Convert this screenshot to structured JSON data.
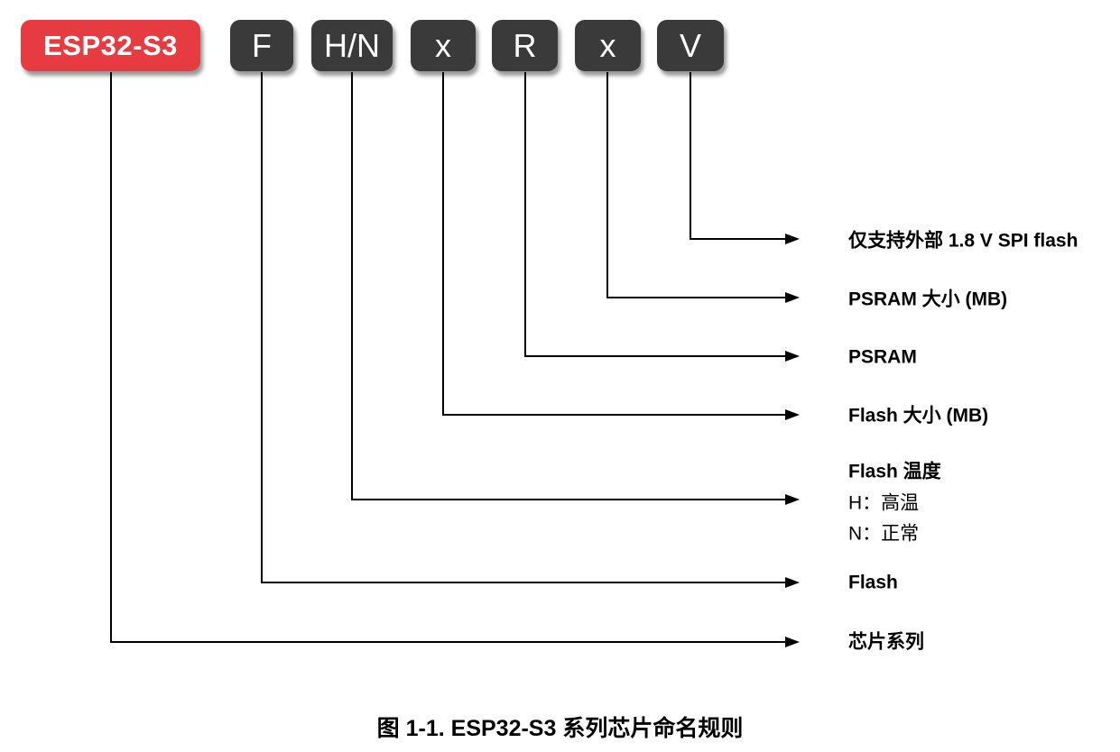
{
  "diagram": {
    "title_caption": "图 1-1. ESP32-S3 系列芯片命名规则",
    "boxes": [
      {
        "id": "series",
        "label": "ESP32-S3",
        "color": "#e63c41"
      },
      {
        "id": "flash-flag",
        "label": "F",
        "color": "#3a3a3a"
      },
      {
        "id": "flash-temp",
        "label": "H/N",
        "color": "#3a3a3a"
      },
      {
        "id": "flash-size",
        "label": "x",
        "color": "#3a3a3a"
      },
      {
        "id": "psram-flag",
        "label": "R",
        "color": "#3a3a3a"
      },
      {
        "id": "psram-size",
        "label": "x",
        "color": "#3a3a3a"
      },
      {
        "id": "voltage-flag",
        "label": "V",
        "color": "#3a3a3a"
      }
    ],
    "labels": {
      "spi_flash": "仅支持外部 1.8 V SPI flash",
      "psram_size": "PSRAM 大小 (MB)",
      "psram": "PSRAM",
      "flash_size": "Flash 大小 (MB)",
      "flash_temp_title": "Flash 温度",
      "flash_temp_h": "H：高温",
      "flash_temp_n": "N：正常",
      "flash": "Flash",
      "chip_series": "芯片系列"
    },
    "colors": {
      "accent_red": "#e63c41",
      "box_dark": "#3a3a3a",
      "line": "#000000",
      "background": "#ffffff"
    }
  }
}
